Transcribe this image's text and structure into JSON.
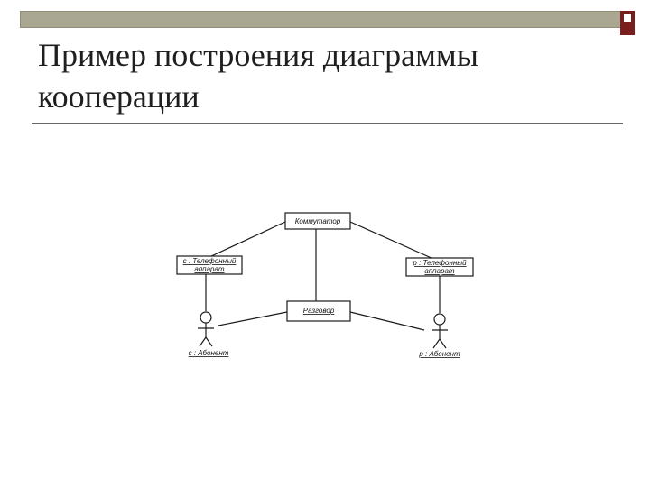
{
  "slide": {
    "title_line1": "Пример построения диаграммы",
    "title_line2": "кооперации"
  },
  "diagram": {
    "objects": {
      "switch": "Коммутатор",
      "phone_c_line1": "c : Телефонный",
      "phone_c_line2": "аппарат",
      "phone_p_line1": "p : Телефонный",
      "phone_p_line2": "аппарат",
      "conversation": "Разговор"
    },
    "actors": {
      "caller": "c : Абонент",
      "receiver": "p : Абонент"
    }
  },
  "colors": {
    "top_bar": "#a9a791",
    "accent_square": "#7a1d1d",
    "title_text": "#1f1f1f"
  }
}
